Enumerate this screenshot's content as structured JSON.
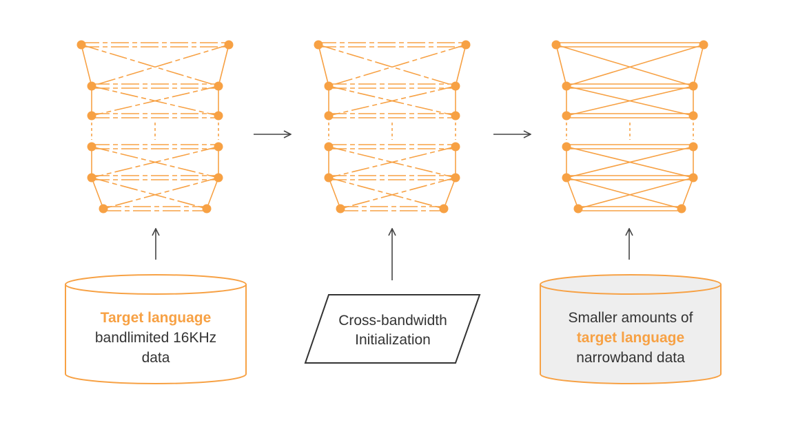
{
  "colors": {
    "accent": "#f7a144",
    "arrow": "#444444",
    "text": "#333333",
    "cylinder_fill_right": "#eeeeee",
    "background": "#ffffff"
  },
  "networks": [
    {
      "name": "initial-network",
      "line_style": "dashed"
    },
    {
      "name": "cross-bandwidth-network",
      "line_style": "dashed"
    },
    {
      "name": "final-network",
      "line_style": "solid"
    }
  ],
  "sources": {
    "left": {
      "shape": "cylinder",
      "line1": "Target language",
      "line2": "bandlimited 16KHz",
      "line3": "data"
    },
    "middle": {
      "shape": "parallelogram",
      "line1": "Cross-bandwidth",
      "line2": "Initialization"
    },
    "right": {
      "shape": "cylinder",
      "line1": "Smaller amounts of",
      "line2": "target language",
      "line3": "narrowband data"
    }
  }
}
